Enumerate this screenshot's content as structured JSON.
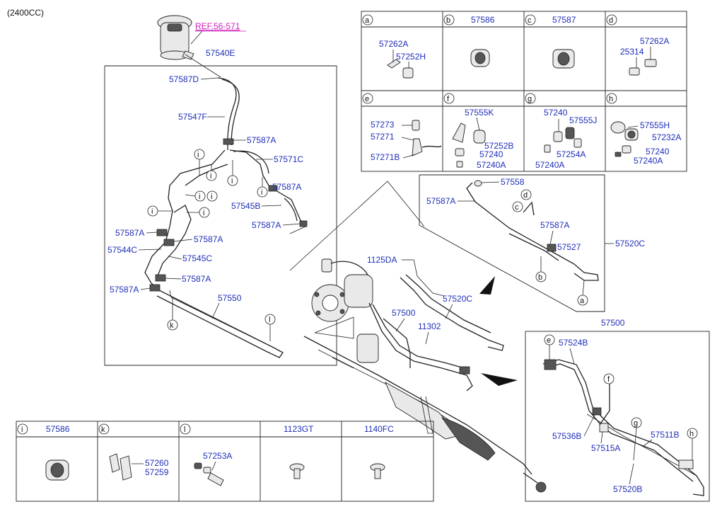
{
  "header": {
    "engine": "(2400CC)"
  },
  "ref_link": "REF.56-571",
  "labels": {
    "l57540E": "57540E",
    "l57587D": "57587D",
    "l57547F": "57547F",
    "l57587A_1": "57587A",
    "l57571C": "57571C",
    "l57587A_2": "57587A",
    "l57545B": "57545B",
    "l57587A_3": "57587A",
    "l57587A_4": "57587A",
    "l57587A_5": "57587A",
    "l57544C": "57544C",
    "l57545C": "57545C",
    "l57587A_6": "57587A",
    "l57587A_7": "57587A",
    "l57550": "57550",
    "l57558": "57558",
    "l57587A_8": "57587A",
    "l57587A_9": "57587A",
    "l57527": "57527",
    "l57520C_1": "57520C",
    "l1125DA": "1125DA",
    "l57520C_2": "57520C",
    "l57500_1": "57500",
    "l11302": "11302",
    "l57500_2": "57500",
    "l57524B": "57524B",
    "l57536B": "57536B",
    "l57515A": "57515A",
    "l57511B": "57511B",
    "l57520B": "57520B"
  },
  "callouts": {
    "i": "i",
    "k": "k",
    "l": "l",
    "a": "a",
    "b": "b",
    "c": "c",
    "d": "d",
    "e": "e",
    "f": "f",
    "g": "g",
    "h": "h"
  },
  "top_table": {
    "cells": [
      {
        "letter": "a",
        "header": "",
        "parts": [
          "57262A",
          "57252H"
        ]
      },
      {
        "letter": "b",
        "header": "57586",
        "parts": []
      },
      {
        "letter": "c",
        "header": "57587",
        "parts": []
      },
      {
        "letter": "d",
        "header": "",
        "parts": [
          "57262A",
          "25314"
        ]
      },
      {
        "letter": "e",
        "header": "",
        "parts": [
          "57273",
          "57271",
          "57271B"
        ]
      },
      {
        "letter": "f",
        "header": "",
        "parts": [
          "57555K",
          "57252B",
          "57240",
          "57240A"
        ]
      },
      {
        "letter": "g",
        "header": "",
        "parts": [
          "57240",
          "57555J",
          "57254A",
          "57240A"
        ]
      },
      {
        "letter": "h",
        "header": "",
        "parts": [
          "57555H",
          "57232A",
          "57240",
          "57240A"
        ]
      }
    ]
  },
  "bottom_table": {
    "cells": [
      {
        "letter": "i",
        "header": "57586",
        "parts": []
      },
      {
        "letter": "k",
        "header": "",
        "parts": [
          "57260",
          "57259"
        ]
      },
      {
        "letter": "l",
        "header": "",
        "parts": [
          "57253A"
        ]
      },
      {
        "letter": "",
        "header": "1123GT",
        "parts": []
      },
      {
        "letter": "",
        "header": "1140FC",
        "parts": []
      }
    ]
  }
}
